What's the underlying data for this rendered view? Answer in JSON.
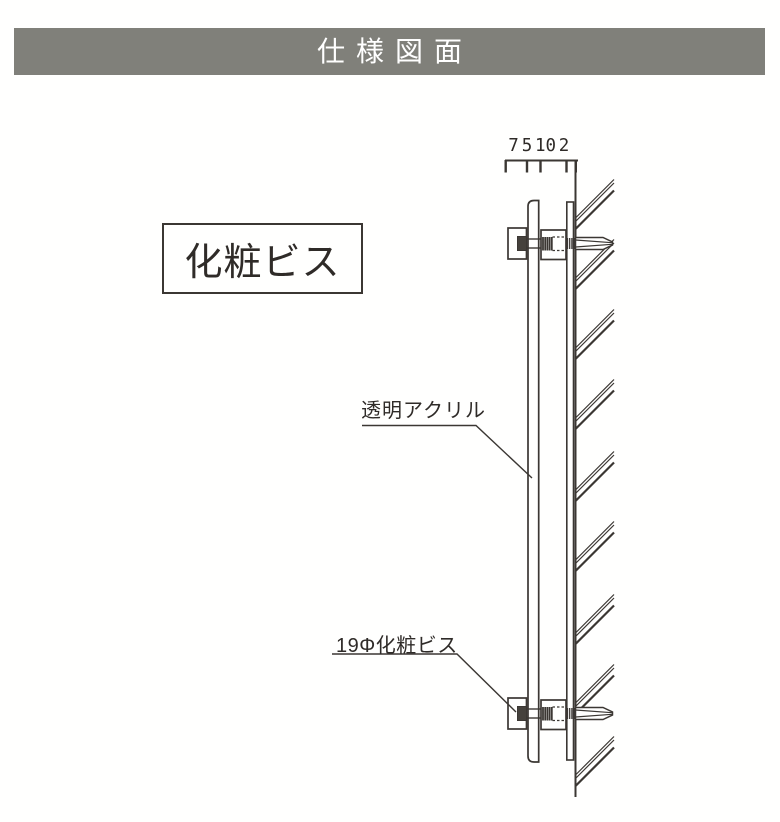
{
  "header": {
    "title": "仕様図面"
  },
  "colors": {
    "header_bg": "#80807a",
    "header_text": "#ffffff",
    "line": "#3b3733",
    "background": "#fffffe"
  },
  "drawing": {
    "dimensions": {
      "values": [
        "7",
        "5",
        "10",
        "2"
      ]
    },
    "labels": {
      "screw_box": "化粧ビス",
      "acrylic": "透明アクリル",
      "screw_size": "19Φ化粧ビス"
    }
  }
}
